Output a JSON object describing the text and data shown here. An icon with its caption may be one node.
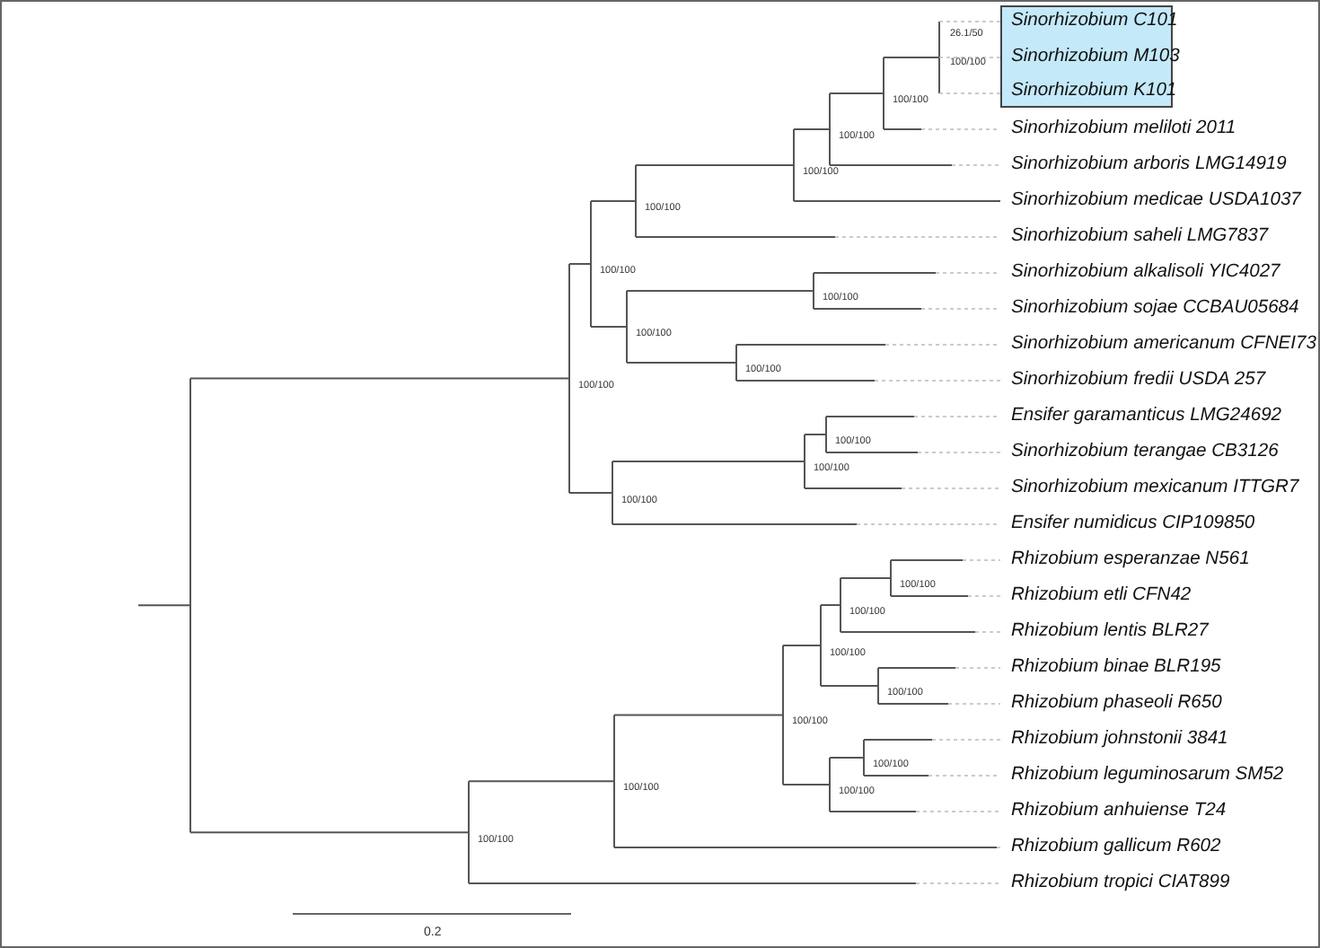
{
  "diagram": {
    "nodes": [
      {
        "text": [],
        "shape": "box"
      },
      {
        "text": [
          "Sinorhizobium C101"
        ],
        "in": 0
      },
      {
        "text": [
          "Sinorhizobium M103"
        ],
        "in": 0
      },
      {
        "text": [
          "Sinorhizobium K101"
        ],
        "in": 0
      },
      {
        "text": [
          "Sinorhizobium meliloti 2011"
        ]
      },
      {
        "text": [
          "Sinorhizobium arboris LMG14919"
        ]
      },
      {
        "text": [
          "Sinorhizobium medicae USDA1037"
        ]
      },
      {
        "text": [
          "Sinorhizobium saheli LMG7837"
        ]
      },
      {
        "text": [
          "Sinorhizobium alkalisoli YIC4027"
        ]
      },
      {
        "text": [
          "Sinorhizobium sojae CCBAU05684"
        ]
      },
      {
        "text": [
          "Sinorhizobium americanum CFNEI73"
        ]
      },
      {
        "text": [
          "Sinorhizobium fredii USDA 257"
        ]
      },
      {
        "text": [
          "Ensifer garamanticus LMG24692"
        ]
      },
      {
        "text": [
          "Sinorhizobium terangae CB3126"
        ]
      },
      {
        "text": [
          "Sinorhizobium mexicanum ITTGR7"
        ]
      },
      {
        "text": [
          "Ensifer numidicus CIP109850"
        ]
      },
      {
        "text": [
          "Rhizobium esperanzae N561"
        ]
      },
      {
        "text": [
          "Rhizobium etli CFN42"
        ]
      },
      {
        "text": [
          "Rhizobium lentis BLR27"
        ]
      },
      {
        "text": [
          "Rhizobium binae BLR195"
        ]
      },
      {
        "text": [
          "Rhizobium phaseoli R650"
        ]
      },
      {
        "text": [
          "Rhizobium johnstonii 3841"
        ]
      },
      {
        "text": [
          "Rhizobium leguminosarum SM52"
        ]
      },
      {
        "text": [
          "Rhizobium anhuiense T24"
        ]
      },
      {
        "text": [
          "Rhizobium gallicum R602"
        ]
      },
      {
        "text": [
          "Rhizobium tropici CIAT899"
        ]
      }
    ],
    "labels": [
      "26.1/50",
      "100/100",
      "100/100",
      "100/100",
      "100/100",
      "100/100",
      "100/100",
      "100/100",
      "100/100",
      "100/100",
      "100/100",
      "100/100",
      "100/100",
      "100/100",
      "100/100",
      "100/100",
      "100/100",
      "100/100",
      "100/100",
      "100/100",
      "100/100",
      "100/100",
      "100/100",
      "0.2"
    ]
  }
}
